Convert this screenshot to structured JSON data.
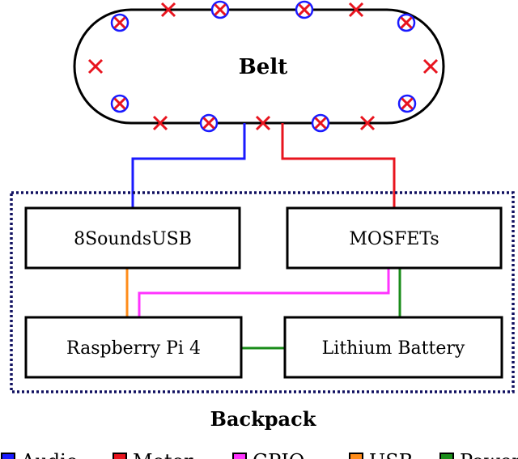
{
  "belt": {
    "label": "Belt"
  },
  "backpack": {
    "label": "Backpack"
  },
  "components": {
    "sounds_usb": "8SoundsUSB",
    "mosfets": "MOSFETs",
    "raspberry_pi": "Raspberry Pi 4",
    "battery": "Lithium Battery"
  },
  "legend": [
    {
      "label": "Audio",
      "color": "#1a1aff"
    },
    {
      "label": "Motor",
      "color": "#e8141e"
    },
    {
      "label": "GPIO",
      "color": "#ff33ff"
    },
    {
      "label": "USB",
      "color": "#ff8c1a"
    },
    {
      "label": "Power",
      "color": "#1a8c1a"
    }
  ],
  "colors": {
    "audio": "#1a1aff",
    "motor": "#e8141e",
    "gpio": "#ff33ff",
    "usb": "#ff8c1a",
    "power": "#1a8c1a",
    "backpack_border": "#101060"
  },
  "markers": {
    "speaker": "circle-cross-icon",
    "motor": "cross-icon"
  }
}
